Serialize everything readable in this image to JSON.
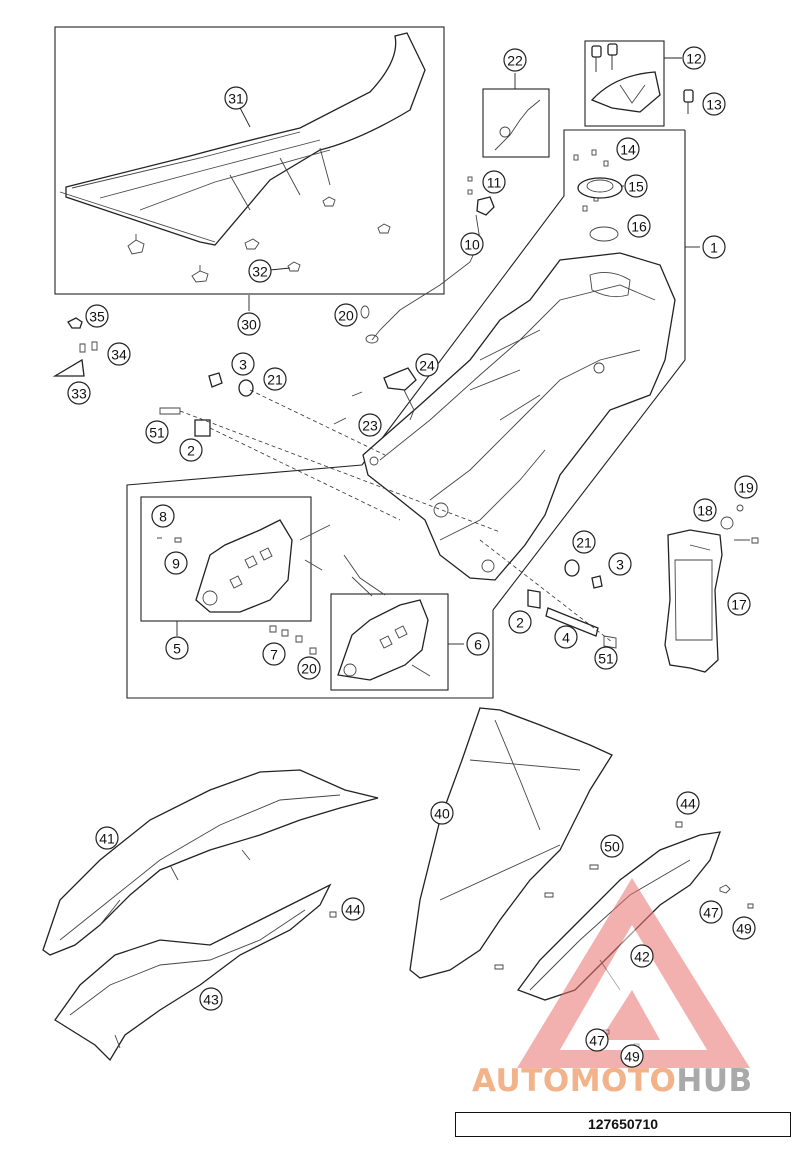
{
  "diagram": {
    "parts": [
      "1",
      "2",
      "3",
      "4",
      "5",
      "6",
      "7",
      "8",
      "9",
      "10",
      "11",
      "12",
      "13",
      "14",
      "15",
      "16",
      "17",
      "18",
      "19",
      "20",
      "21",
      "22",
      "23",
      "24",
      "30",
      "31",
      "32",
      "33",
      "34",
      "35",
      "40",
      "41",
      "42",
      "43",
      "44",
      "47",
      "49",
      "50",
      "51"
    ],
    "callouts": {
      "c1": "1",
      "c2a": "2",
      "c2b": "2",
      "c3a": "3",
      "c3b": "3",
      "c4": "4",
      "c5": "5",
      "c6": "6",
      "c7": "7",
      "c8": "8",
      "c9": "9",
      "c10": "10",
      "c11": "11",
      "c12": "12",
      "c13": "13",
      "c14": "14",
      "c15": "15",
      "c16": "16",
      "c17": "17",
      "c18": "18",
      "c19": "19",
      "c20a": "20",
      "c20b": "20",
      "c21a": "21",
      "c21b": "21",
      "c22": "22",
      "c23": "23",
      "c24": "24",
      "c30": "30",
      "c31": "31",
      "c32": "32",
      "c33": "33",
      "c34": "34",
      "c35": "35",
      "c40": "40",
      "c41": "41",
      "c42": "42",
      "c43": "43",
      "c44a": "44",
      "c44b": "44",
      "c44c": "44",
      "c47a": "47",
      "c47b": "47",
      "c49a": "49",
      "c49b": "49",
      "c50": "50",
      "c51a": "51",
      "c51b": "51"
    }
  },
  "watermark": {
    "part1": "AUTOMOTO",
    "part2": "HUB",
    "triangle_color": "#e8736f",
    "text_color_1": "#f2b28a",
    "text_color_2": "#a9a9a9"
  },
  "reference_number": "127650710"
}
